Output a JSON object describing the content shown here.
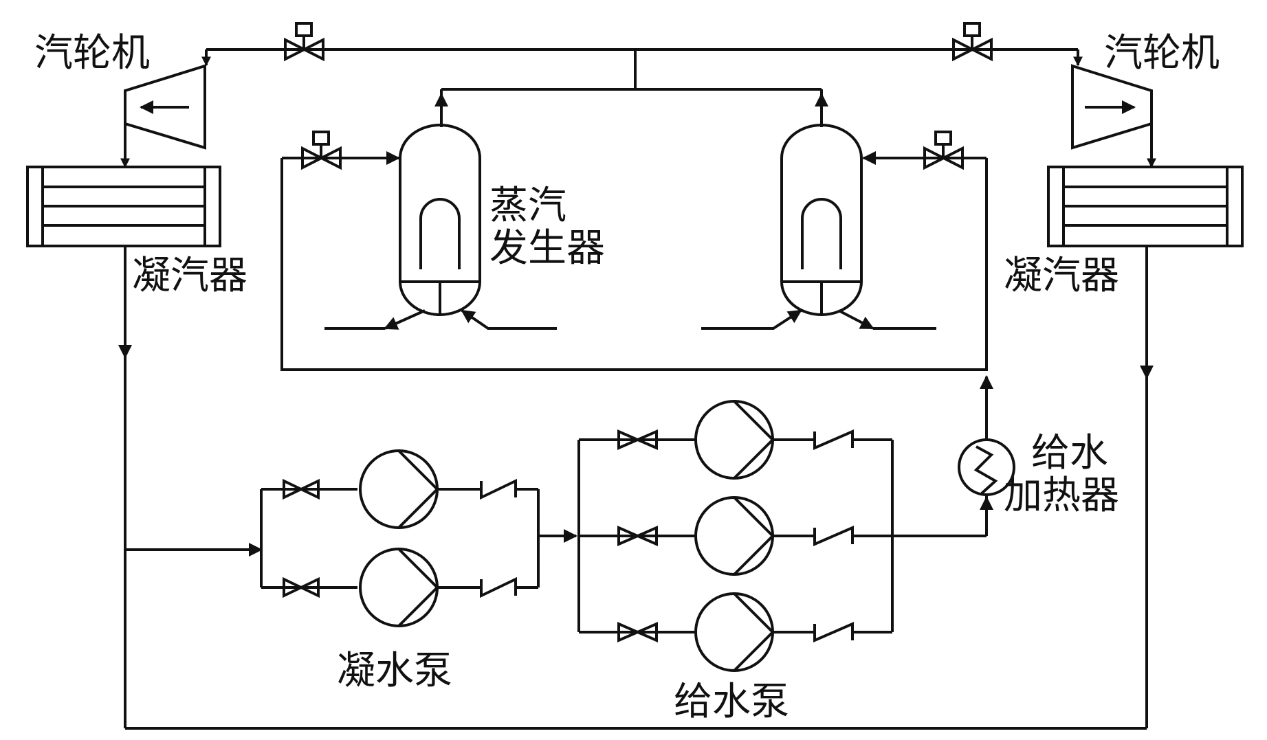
{
  "labels": {
    "turbine_left": "汽轮机",
    "turbine_right": "汽轮机",
    "condenser_left": "凝汽器",
    "condenser_right": "凝汽器",
    "steam_generator_line1": "蒸汽",
    "steam_generator_line2": "发生器",
    "feedwater_heater_line1": "给水",
    "feedwater_heater_line2": "加热器",
    "condensate_pump": "凝水泵",
    "feedwater_pump": "给水泵"
  },
  "colors": {
    "line": "#111111",
    "background": "#ffffff"
  }
}
